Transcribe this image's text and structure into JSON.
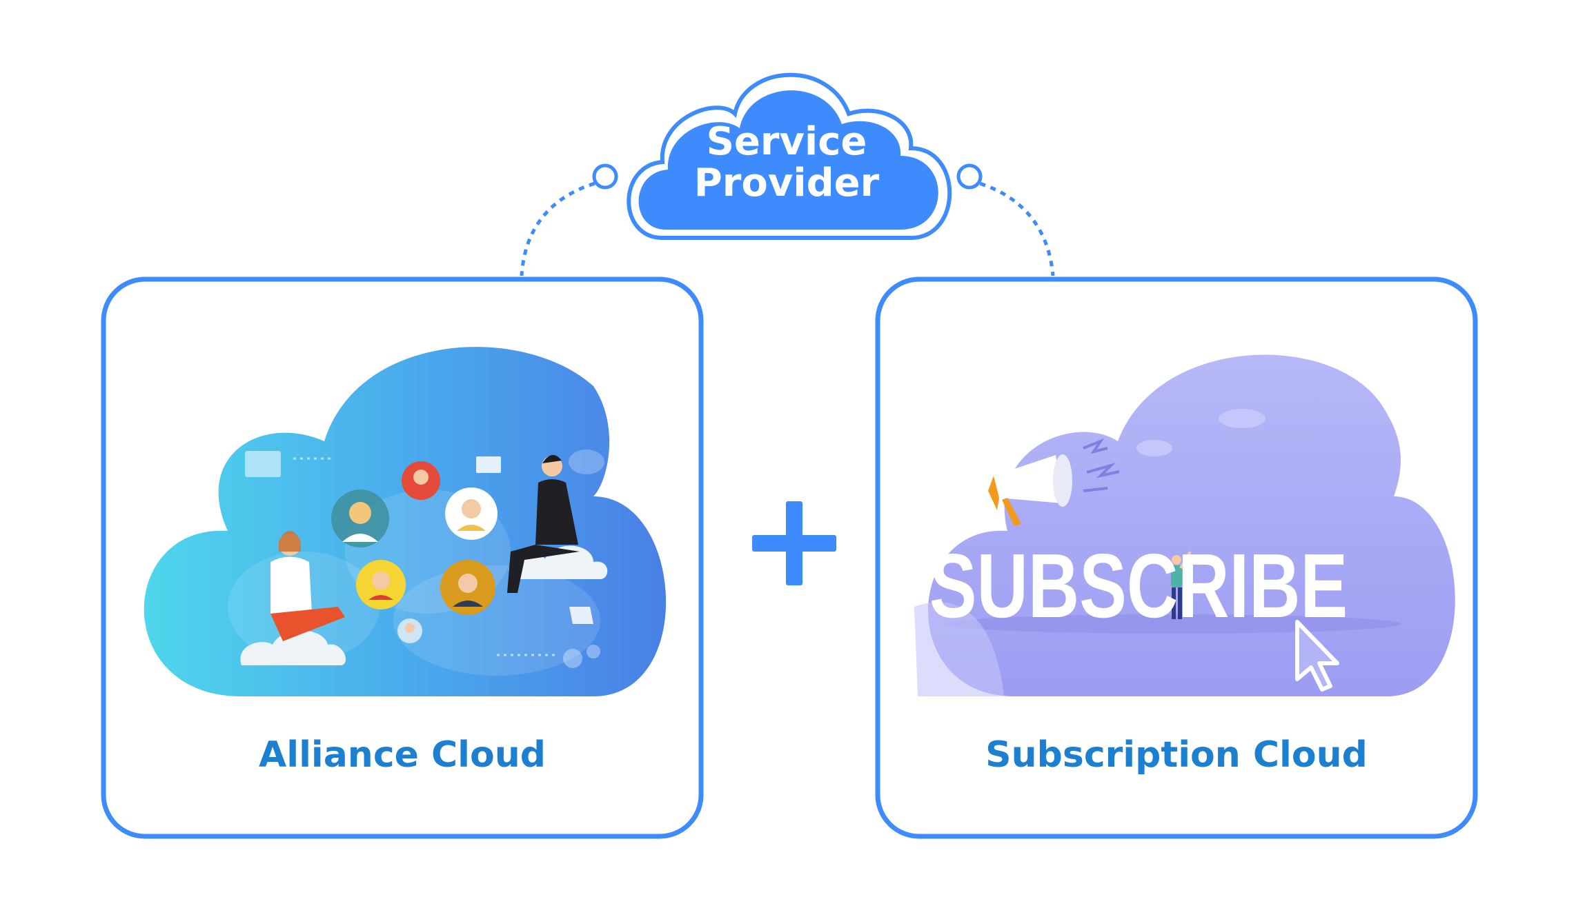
{
  "service_provider": {
    "title_line1": "Service",
    "title_line2": "Provider"
  },
  "left_panel": {
    "label": "Alliance Cloud"
  },
  "right_panel": {
    "label": "Subscription Cloud",
    "illustration_text": "SUBSCRIBE"
  },
  "connector_symbol": "+",
  "colors": {
    "primary_blue": "#3d8bfd",
    "border_blue": "#3d8bfd",
    "label_blue": "#1d7fd0",
    "alliance_gradient_start": "#4dd4ec",
    "alliance_gradient_end": "#4a7fe6",
    "subscription_purple": "#a6a6f5",
    "megaphone_orange": "#f39a1e"
  }
}
